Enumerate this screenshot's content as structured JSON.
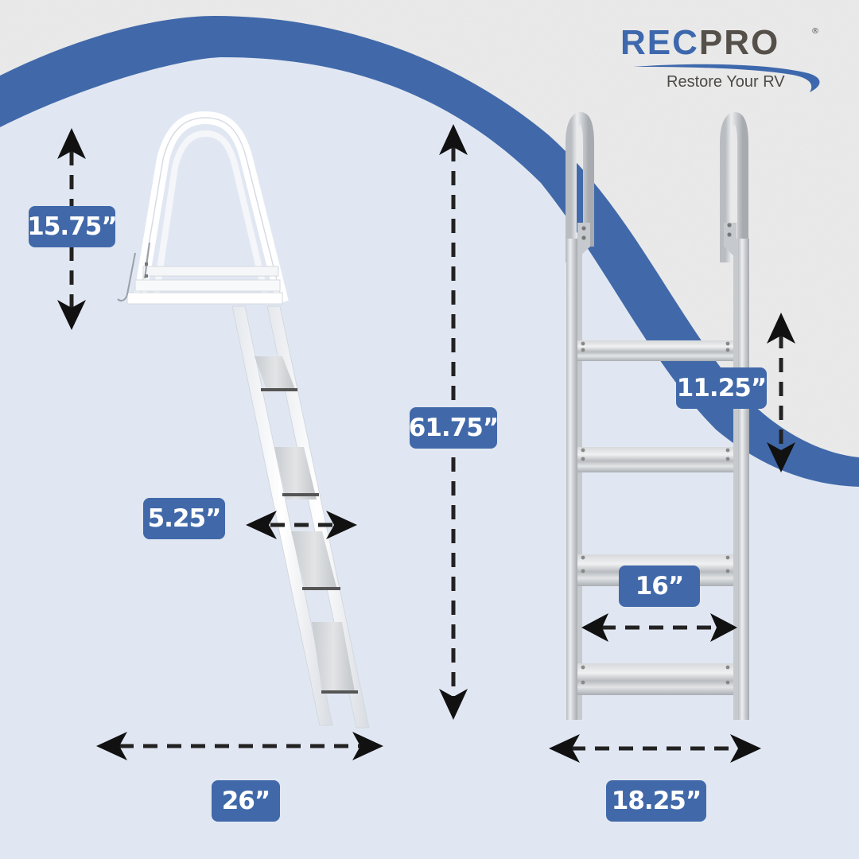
{
  "brand": {
    "name_part1": "Rec",
    "name_part2": "Pro",
    "registered_mark": "®",
    "tagline": "Restore Your RV",
    "colors": {
      "primary_blue": "#4169aa",
      "dark_gray": "#555049",
      "light_bg": "#e1e7f2",
      "textured_bg": "#ebebeb"
    }
  },
  "dimensions": {
    "left_ladder": {
      "handrail_height": "15.75”",
      "step_depth": "5.25”",
      "overall_depth": "26”"
    },
    "overall_height": "61.75”",
    "right_ladder": {
      "step_spacing": "11.25”",
      "step_width": "16”",
      "overall_width": "18.25”"
    }
  },
  "views": {
    "left": "side-view-ladder",
    "right": "front-view-ladder",
    "step_count": 4
  }
}
